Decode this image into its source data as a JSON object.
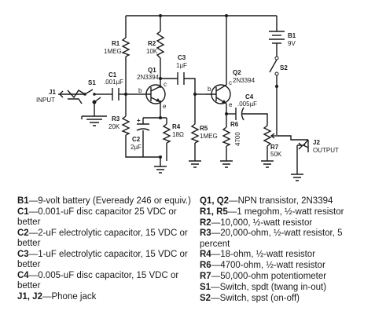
{
  "schematic": {
    "labels": {
      "b1": "B1",
      "b1_value": "9V",
      "s2": "S2",
      "r1": "R1",
      "r1_value": "1MEG",
      "r2": "R2",
      "r2_value": "10K",
      "c3": "C3",
      "c3_value": "1µF",
      "q1": "Q1",
      "q1_part": "2N3394",
      "q2": "Q2",
      "q2_part": "2N3394",
      "c1": "C1",
      "c1_value": ".001µF",
      "j1": "J1",
      "j1_caption": "INPUT",
      "s1": "S1",
      "r3": "R3",
      "r3_value": "20K",
      "c2": "C2",
      "c2_value": "2µF",
      "r4": "R4",
      "r4_value": "18Ω",
      "r5": "R5",
      "r5_value": "1MEG",
      "c4": "C4",
      "c4_value": ".005µF",
      "r6": "R6",
      "r6_value": "4700",
      "r7": "R7",
      "r7_value": "50K",
      "j2": "J2",
      "j2_caption": "OUTPUT",
      "pin_b": "b",
      "pin_c": "c",
      "pin_e": "e",
      "plus": "+"
    }
  },
  "parts_list": {
    "left": [
      {
        "id": "B1",
        "desc": "—9-volt battery (Eveready 246 or equiv.)"
      },
      {
        "id": "C1",
        "desc": "—0.001-uF disc capacitor 25 VDC or better"
      },
      {
        "id": "C2",
        "desc": "—2-uF electrolytic capacitor, 15 VDC or better"
      },
      {
        "id": "C3",
        "desc": "—1-uF electrolytic capacitor, 15 VDC or better"
      },
      {
        "id": "C4",
        "desc": "—0.005-uF disc capacitor, 15 VDC or better"
      },
      {
        "id": "J1, J2",
        "desc": "—Phone jack"
      }
    ],
    "right": [
      {
        "id": "Q1, Q2",
        "desc": "—NPN transistor, 2N3394"
      },
      {
        "id": "R1, R5",
        "desc": "—1 megohm, ½-watt resistor"
      },
      {
        "id": "R2",
        "desc": "—10,000, ½-watt resistor"
      },
      {
        "id": "R3",
        "desc": "—20,000-ohm, ½-watt resistor, 5 percent"
      },
      {
        "id": "R4",
        "desc": "—18-ohm, ½-watt resistor"
      },
      {
        "id": "R6",
        "desc": "—4700-ohm, ½-watt resistor"
      },
      {
        "id": "R7",
        "desc": "—50,000-ohm potentiometer"
      },
      {
        "id": "S1",
        "desc": "—Switch, spdt (twang in-out)"
      },
      {
        "id": "S2",
        "desc": "—Switch, spst (on-off)"
      }
    ]
  }
}
